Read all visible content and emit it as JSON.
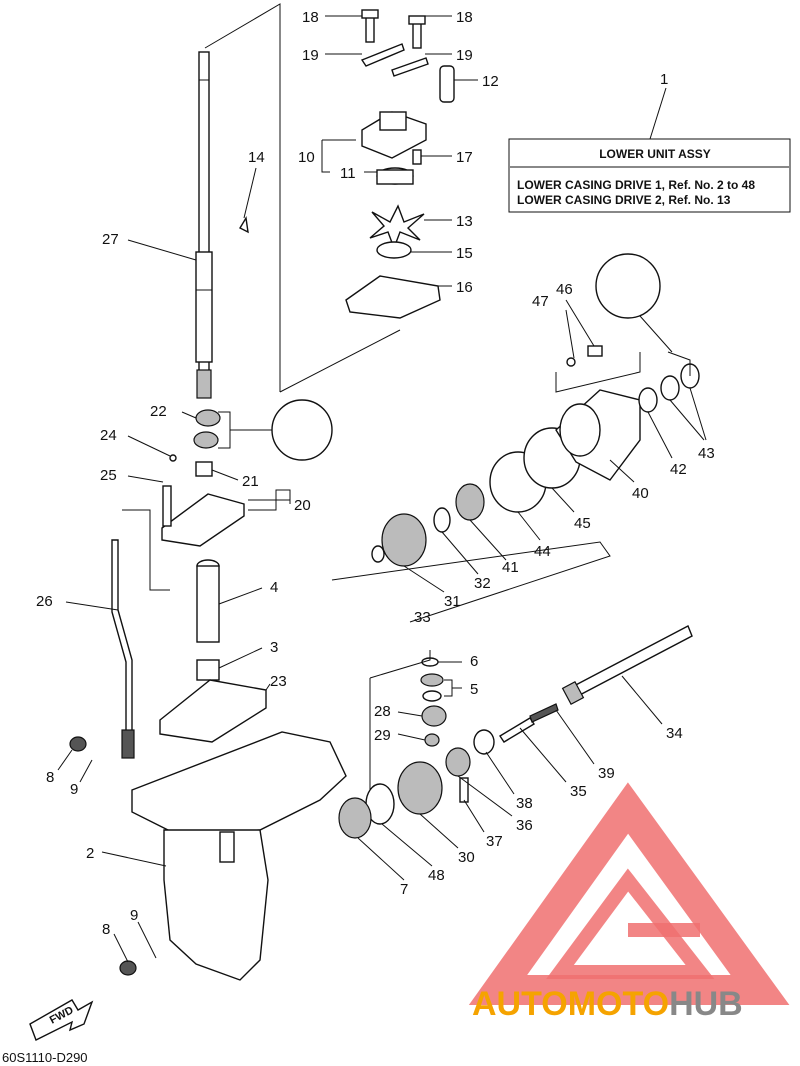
{
  "diagram_code": "60S1110-D290",
  "fwd_label": "FWD",
  "assy_box": {
    "ref": "1",
    "title": "LOWER UNIT ASSY",
    "line1": "LOWER CASING DRIVE 1, Ref. No. 2 to 48",
    "line2": "LOWER CASING DRIVE 2, Ref. No. 13"
  },
  "watermark": {
    "part1": "AUTOMOTO",
    "part2": "HUB",
    "color_primary": "#f5a300",
    "color_secondary": "#888888",
    "logo_color": "#f07070"
  },
  "callouts": [
    {
      "id": "18a",
      "label": "18"
    },
    {
      "id": "18b",
      "label": "18"
    },
    {
      "id": "19a",
      "label": "19"
    },
    {
      "id": "19b",
      "label": "19"
    },
    {
      "id": "12",
      "label": "12"
    },
    {
      "id": "14",
      "label": "14"
    },
    {
      "id": "10",
      "label": "10"
    },
    {
      "id": "17",
      "label": "17"
    },
    {
      "id": "11",
      "label": "11"
    },
    {
      "id": "13",
      "label": "13"
    },
    {
      "id": "27",
      "label": "27"
    },
    {
      "id": "15",
      "label": "15"
    },
    {
      "id": "16",
      "label": "16"
    },
    {
      "id": "47",
      "label": "47"
    },
    {
      "id": "46",
      "label": "46"
    },
    {
      "id": "22",
      "label": "22"
    },
    {
      "id": "24",
      "label": "24"
    },
    {
      "id": "21",
      "label": "21"
    },
    {
      "id": "25",
      "label": "25"
    },
    {
      "id": "20",
      "label": "20"
    },
    {
      "id": "42",
      "label": "42"
    },
    {
      "id": "43",
      "label": "43"
    },
    {
      "id": "40",
      "label": "40"
    },
    {
      "id": "45",
      "label": "45"
    },
    {
      "id": "44",
      "label": "44"
    },
    {
      "id": "41",
      "label": "41"
    },
    {
      "id": "32",
      "label": "32"
    },
    {
      "id": "31",
      "label": "31"
    },
    {
      "id": "33",
      "label": "33"
    },
    {
      "id": "26",
      "label": "26"
    },
    {
      "id": "4",
      "label": "4"
    },
    {
      "id": "3",
      "label": "3"
    },
    {
      "id": "6",
      "label": "6"
    },
    {
      "id": "5",
      "label": "5"
    },
    {
      "id": "23",
      "label": "23"
    },
    {
      "id": "34",
      "label": "34"
    },
    {
      "id": "28",
      "label": "28"
    },
    {
      "id": "29",
      "label": "29"
    },
    {
      "id": "39",
      "label": "39"
    },
    {
      "id": "35",
      "label": "35"
    },
    {
      "id": "38",
      "label": "38"
    },
    {
      "id": "36",
      "label": "36"
    },
    {
      "id": "37",
      "label": "37"
    },
    {
      "id": "30",
      "label": "30"
    },
    {
      "id": "48",
      "label": "48"
    },
    {
      "id": "7",
      "label": "7"
    },
    {
      "id": "8a",
      "label": "8"
    },
    {
      "id": "9a",
      "label": "9"
    },
    {
      "id": "2",
      "label": "2"
    },
    {
      "id": "9b",
      "label": "9"
    },
    {
      "id": "8b",
      "label": "8"
    }
  ]
}
